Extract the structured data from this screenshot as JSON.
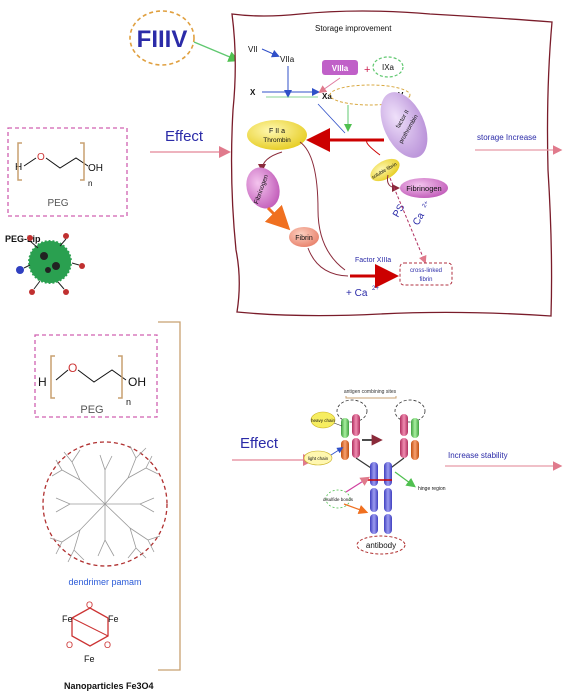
{
  "top_panel": {
    "fiiiv_badge": "FIIIV",
    "box_title": "Storage improvement",
    "vii": "VII",
    "viia": "VIIa",
    "viiia": "VIIIa",
    "plus1": "+",
    "ixa": "IXa",
    "x": "X",
    "xa": "Xa",
    "v": "V",
    "fiia_line1": "F II a",
    "fiia_line2": "Thrombin",
    "factor2_line1": "factor II",
    "factor2_line2": "prothrombin",
    "soluble_fibrin": "soluble fibrin",
    "fibrinogen_left": "Fibrinogen",
    "fibrinogen_right": "Fibrinogen",
    "fibrin": "Fibrin",
    "ps": "PS",
    "ca_right": "Ca",
    "ca_right_sup": "2+",
    "factor_xiiia": "Factor XIIIa",
    "plus_ca": "+ Ca",
    "plus_ca_sup": "2+",
    "cross_linked_line1": "cross-linked",
    "cross_linked_line2": "fibrin",
    "effect": "Effect",
    "outcome": "storage Increase",
    "peg_h": "H",
    "peg_o": "O",
    "peg_oh": "OH",
    "peg_n": "n",
    "peg_label": "PEG",
    "peglip_label": "PEG-Lip"
  },
  "bottom_panel": {
    "peg_h": "H",
    "peg_o": "O",
    "peg_oh": "OH",
    "peg_n": "n",
    "peg_label": "PEG",
    "dendrimer_label": "dendrimer pamam",
    "fe1": "Fe",
    "fe2": "Fe",
    "fe3": "Fe",
    "o1": "O",
    "o2": "O",
    "o3": "O",
    "nano_label": "Nanoparticles Fe3O4",
    "effect": "Effect",
    "outcome": "Increase stability",
    "antibody": "antibody",
    "antigen_site": "antigen combining sites",
    "heavy_chain": "heavy chain",
    "light_chain": "light chain",
    "disulfide": "disulfide bonds",
    "hinge": "hinge region"
  },
  "colors": {
    "effect_blue": "#2b2ba8",
    "arrow_red": "#cc0000",
    "arrow_pink": "#e89aa8",
    "fiiiv_ring": "#e0a040",
    "peg_box": "#d060b0",
    "fibrinogen_pink": "#d46ac8",
    "fiia_yellow": "#f2e030",
    "lilac": "#c9a0e0",
    "bracket_tan": "#c8a070",
    "dendrimer_ring": "#b03030",
    "fe_ring": "#cc3333"
  }
}
